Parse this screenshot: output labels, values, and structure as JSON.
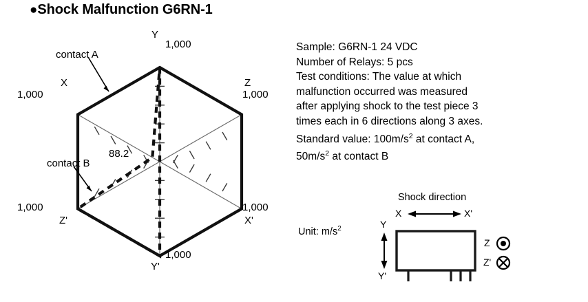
{
  "title": {
    "bullet": "●",
    "text": "Shock Malfunction G6RN-1"
  },
  "chart_data": {
    "type": "radar",
    "title": "Shock Malfunction G6RN-1",
    "axes": [
      "Y",
      "Z",
      "X'",
      "Y'",
      "Z'",
      "X"
    ],
    "axis_order_clockwise_from_top": [
      "Y",
      "Z",
      "X'",
      "Y'",
      "Z'",
      "X"
    ],
    "max_value": 1000,
    "max_value_label": "1,000",
    "units": "m/s²",
    "tick_count_per_axis": 5,
    "grid": false,
    "legend_position": "inline-annotations",
    "series": [
      {
        "name": "contact A",
        "style": "solid-thick",
        "values": {
          "Y": 1000,
          "Z": 1000,
          "X'": 1000,
          "Y'": 1000,
          "Z'": 1000,
          "X": 1000
        }
      },
      {
        "name": "contact B",
        "style": "dashed-thick",
        "values": {
          "Y": 1000,
          "Z": 0,
          "X'": 0,
          "Y'": 1000,
          "Z'": 1000,
          "X": 88.2
        }
      }
    ],
    "annotations": [
      {
        "label": "contact A",
        "target_axis": "X-Y edge"
      },
      {
        "label": "contact B",
        "target_axis": "Z'-center edge"
      },
      {
        "label": "88.2",
        "target_axis": "X",
        "value": 88.2
      }
    ],
    "axis_tick_labels": {
      "Y": "1,000",
      "Z": "1,000",
      "X_prime": "1,000",
      "Y_prime": "1,000",
      "Z_prime": "1,000",
      "X": "1,000"
    },
    "axis_names": {
      "Y": "Y",
      "Z": "Z",
      "X_prime": "X'",
      "Y_prime": "Y'",
      "Z_prime": "Z'",
      "X": "X"
    },
    "annotation_value": "88.2",
    "contact_a_label": "contact A",
    "contact_b_label": "contact B"
  },
  "spec": {
    "lines": [
      "Sample: G6RN-1 24 VDC",
      "Number of Relays: 5 pcs",
      "Test conditions: The value at which",
      "malfunction occurred was measured",
      "after applying shock to the test piece 3",
      "times each in 6 directions along 3 axes."
    ],
    "standard_value_prefix": "Standard value: 100m/s",
    "standard_value_sup": "2",
    "standard_value_mid": " at contact A,",
    "standard_value_second_prefix": "50m/s",
    "standard_value_second_sup": "2",
    "standard_value_second_rest": " at contact B"
  },
  "relay_diagram": {
    "unit_prefix": "Unit: m/s",
    "unit_sup": "2",
    "shock_direction_title": "Shock direction",
    "axis_x": "X",
    "axis_x_prime": "X'",
    "axis_y": "Y",
    "axis_y_prime": "Y'",
    "axis_z": "Z",
    "axis_z_prime": "Z'",
    "z_symbol": "dot-in-circle-icon",
    "z_prime_symbol": "cross-in-circle-icon",
    "pin_count": 4
  },
  "colors": {
    "ink": "#000000",
    "background": "#ffffff",
    "grid_line": "#6d6d6d"
  }
}
